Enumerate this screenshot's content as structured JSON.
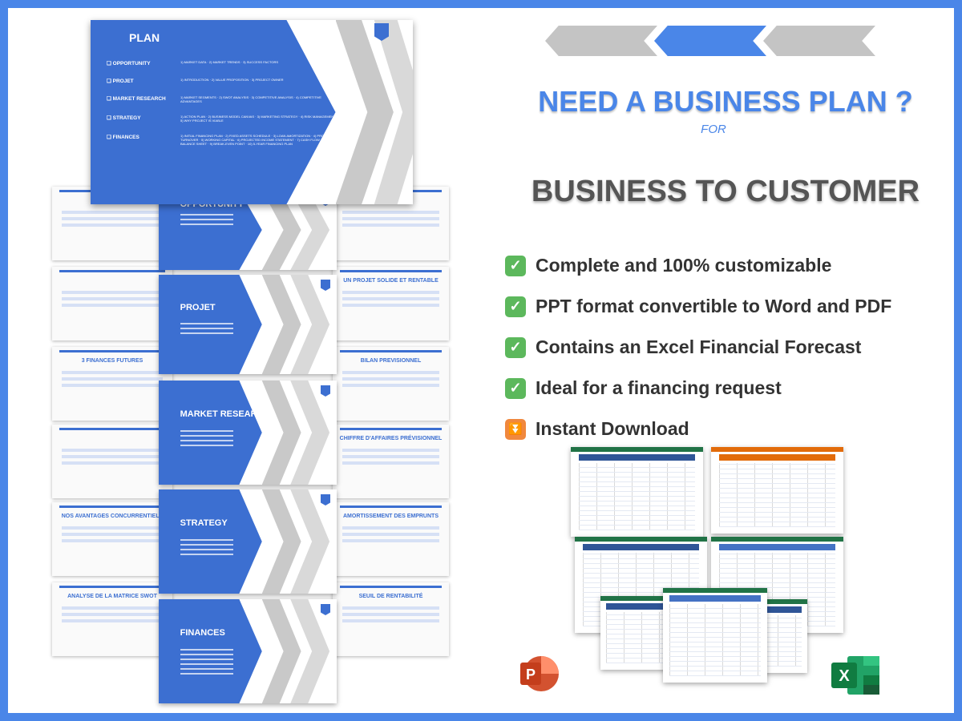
{
  "colors": {
    "accent": "#4a86e8",
    "slide_blue": "#3c6fd1",
    "headline_grey": "#555555",
    "check_green": "#5cb85c",
    "download_orange": "#f0883e"
  },
  "plan_slide": {
    "title": "PLAN",
    "sections": [
      {
        "label": "❑  OPPORTUNITY",
        "subs": "1) MARKET DATA · 2) MARKET TRENDS · 3) SUCCESS FACTORS"
      },
      {
        "label": "❑  PROJET",
        "subs": "1) INTRODUCTION · 2) VALUE PROPOSITION · 3) PROJECT OWNER"
      },
      {
        "label": "❑  MARKET RESEARCH",
        "subs": "1) MARKET SEGMENTS · 2) SWOT ANALYSIS · 3) COMPETITIVE ANALYSIS · 4) COMPETITIVE ADVANTAGES"
      },
      {
        "label": "❑  STRATEGY",
        "subs": "1) ACTION PLAN · 2) BUSINESS MODEL CANVAS · 3) MARKETING STRATEGY · 4) RISK MANAGEMENT · 5) WHY PROJECT IS VIABLE"
      },
      {
        "label": "❑  FINANCES",
        "subs": "1) INITIAL FINANCING PLAN · 2) FIXED ASSETS SCHEDULE · 3) LOAN AMORTIZATION · 4) PROJECTED TURNOVER · 5) WORKING CAPITAL · 6) PROJECTED INCOME STATEMENT · 7) CASH FLOW · 8) BALANCE SHEET · 9) BREAK-EVEN POINT · 10) 5-YEAR FINANCING PLAN"
      }
    ]
  },
  "section_slides": [
    {
      "title": "OPPORTUNITY"
    },
    {
      "title": "PROJET"
    },
    {
      "title": "MARKET RESEARCH"
    },
    {
      "title": "STRATEGY"
    },
    {
      "title": "FINANCES"
    }
  ],
  "right_slides": [
    {
      "title": ""
    },
    {
      "title": "UN PROJET SOLIDE ET RENTABLE"
    },
    {
      "title": "BILAN PREVISIONNEL"
    },
    {
      "title": "CHIFFRE D'AFFAIRES PRÉVISIONNEL"
    },
    {
      "title": "AMORTISSEMENT DES EMPRUNTS"
    },
    {
      "title": "SEUIL DE RENTABILITÉ"
    }
  ],
  "left_slides": [
    {
      "title": ""
    },
    {
      "title": ""
    },
    {
      "title": "3 FINANCES FUTURES"
    },
    {
      "title": ""
    },
    {
      "title": "NOS AVANTAGES CONCURRENTIELS"
    },
    {
      "title": "ANALYSE DE LA MATRICE SWOT"
    }
  ],
  "headline": {
    "main": "NEED A BUSINESS PLAN ?",
    "for": "FOR",
    "audience": "BUSINESS TO CUSTOMER"
  },
  "features": [
    {
      "icon": "check-mark-icon",
      "glyph": "✓",
      "text": "Complete and 100% customizable"
    },
    {
      "icon": "check-mark-icon",
      "glyph": "✓",
      "text": "PPT format convertible to Word and PDF"
    },
    {
      "icon": "check-mark-icon",
      "glyph": "✓",
      "text": "Contains an Excel Financial Forecast"
    },
    {
      "icon": "check-mark-icon",
      "glyph": "✓",
      "text": "Ideal for a financing request"
    },
    {
      "icon": "double-down-arrow-icon",
      "glyph": "⏬",
      "text": "Instant Download"
    }
  ],
  "logos": {
    "powerpoint": "P",
    "excel": "X"
  }
}
